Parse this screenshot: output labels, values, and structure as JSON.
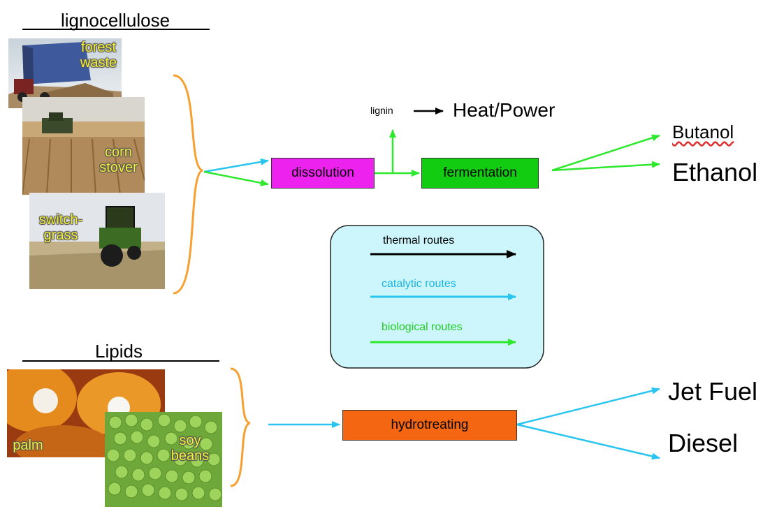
{
  "lignocellulose": {
    "title": "lignocellulose",
    "sources": [
      {
        "label_lines": [
          "forest",
          "waste"
        ]
      },
      {
        "label_lines": [
          "corn",
          "stover"
        ]
      },
      {
        "label_lines": [
          "switch-",
          "grass"
        ]
      }
    ]
  },
  "lipids": {
    "title": "Lipids",
    "sources": [
      {
        "label_lines": [
          "palm"
        ]
      },
      {
        "label_lines": [
          "soy",
          "beans"
        ]
      }
    ]
  },
  "processes": {
    "dissolution": "dissolution",
    "fermentation": "fermentation",
    "hydrotreating": "hydrotreating"
  },
  "byproduct": {
    "lignin": "lignin",
    "heat_power": "Heat/Power"
  },
  "products": {
    "butanol": "Butanol",
    "ethanol": "Ethanol",
    "jet_fuel": "Jet Fuel",
    "diesel": "Diesel"
  },
  "legend": {
    "thermal": "thermal routes",
    "catalytic": "catalytic routes",
    "biological": "biological routes"
  },
  "colors": {
    "thermal": "#000000",
    "catalytic": "#29c4f0",
    "biological": "#2ee82e",
    "bracket": "#f7a030",
    "dissolution_box": "#ee22ee",
    "fermentation_box": "#11cc11",
    "hydrotreating_box": "#f46611",
    "legend_bg": "#ccf6fb",
    "photo_label": "#f2ee3a"
  },
  "icons": [
    "truck-photo",
    "combine-harvester-photo",
    "tractor-photo",
    "palm-fruit-photo",
    "soybeans-photo"
  ]
}
